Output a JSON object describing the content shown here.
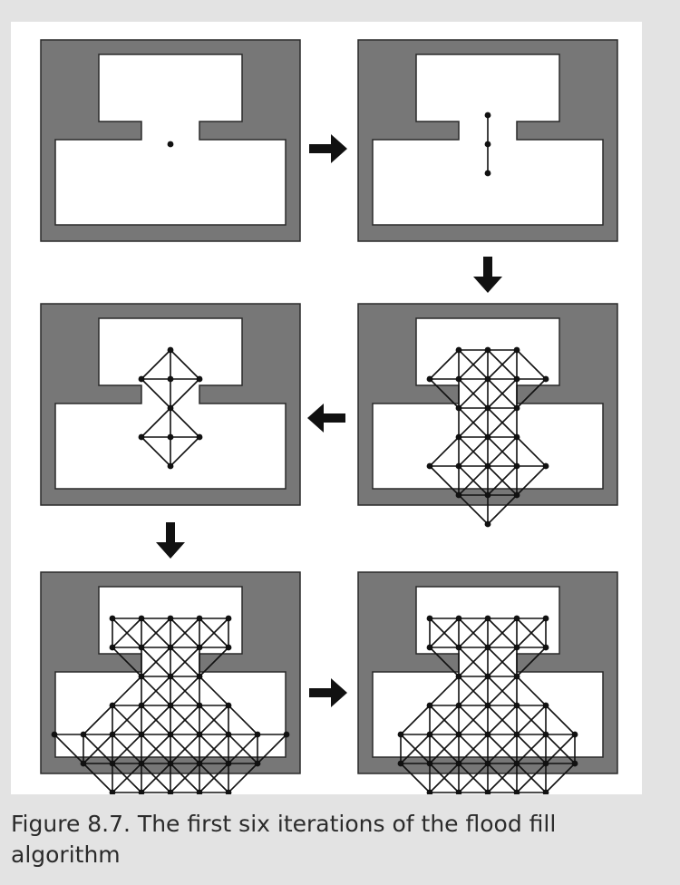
{
  "figure": {
    "caption": "Figure 8.7. The first six iterations of the flood fill algorithm",
    "iterations": [
      1,
      2,
      3,
      4,
      5,
      6
    ],
    "colors": {
      "page_background": "#e3e3e3",
      "panel_background": "#ffffff",
      "wall": "#777777",
      "outline": "#2a2a2a",
      "node": "#111111",
      "edge": "#111111",
      "arrow": "#111111"
    },
    "arrow_sequence": [
      "right",
      "down",
      "left",
      "down",
      "right"
    ]
  }
}
